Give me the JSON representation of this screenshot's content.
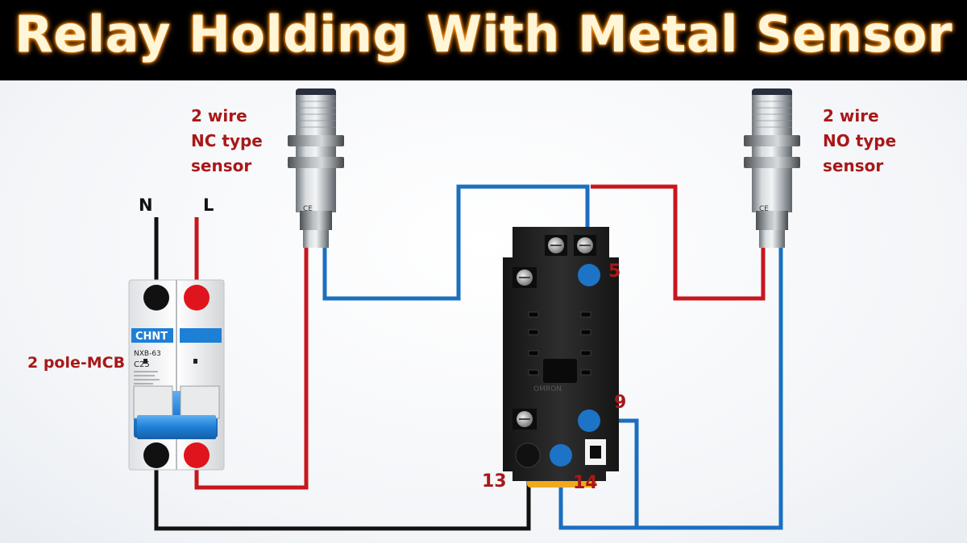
{
  "title": "Relay Holding With Metal Sensor",
  "labels": {
    "nc_sensor": [
      "2 wire",
      "NC type",
      "sensor"
    ],
    "no_sensor": [
      "2 wire",
      "NO type",
      "sensor"
    ],
    "neutral": "N",
    "line": "L",
    "mcb": "2 pole-MCB",
    "terminal_5": "5",
    "terminal_9": "9",
    "terminal_13": "13",
    "terminal_14": "14"
  },
  "mcb_text": {
    "brand": "CHNT",
    "model": "NXB-63",
    "rating": "C25"
  },
  "colors": {
    "title_glow": "#ff8c00",
    "label_red": "#a81818",
    "wire_red": "#c8161d",
    "wire_blue": "#1b6fbf",
    "wire_black": "#111111",
    "terminal_blue": "#1d73c6",
    "mcb_blue": "#1e7fd6"
  }
}
